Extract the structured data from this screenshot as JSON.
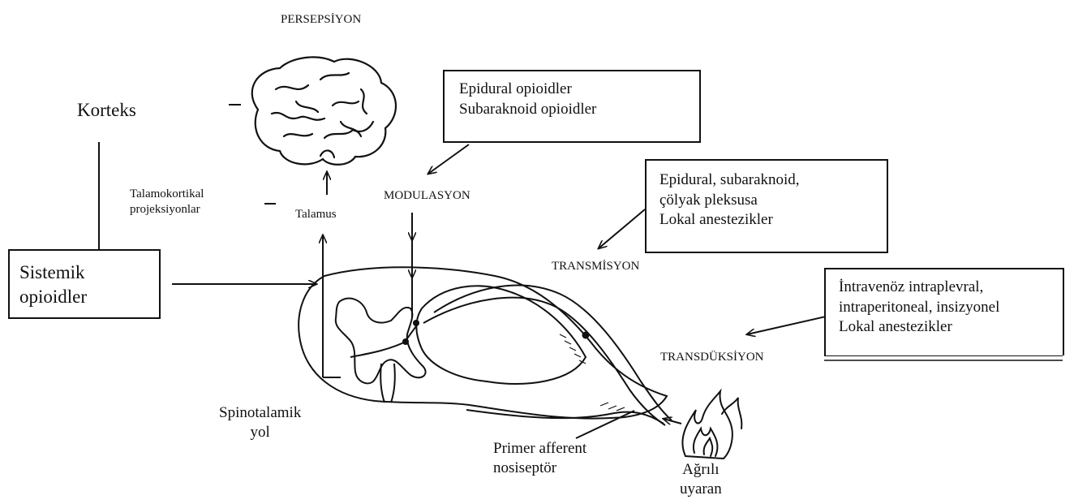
{
  "stages": {
    "perception": "PERSEPSİYON",
    "modulation": "MODULASYON",
    "transmission": "TRANSMİSYON",
    "transduction": "TRANSDÜKSİYON"
  },
  "labels": {
    "cortex": "Korteks",
    "thalamocortical_line1": "Talamokortikal",
    "thalamocortical_line2": "projeksiyonlar",
    "thalamus": "Talamus",
    "spinothalamic_line1": "Spinotalamik",
    "spinothalamic_line2": "yol",
    "primary_afferent_line1": "Primer afferent",
    "primary_afferent_line2": "nosiseptör",
    "painful_stimulus_line1": "Ağrılı",
    "painful_stimulus_line2": "uyaran"
  },
  "boxes": {
    "systemic": [
      "Sistemik",
      "opioidler"
    ],
    "modulation_drugs": [
      "Epidural opioidler",
      "Subaraknoid opioidler"
    ],
    "transmission_drugs": [
      "Epidural, subaraknoid,",
      "çölyak pleksusa",
      "Lokal anestezikler"
    ],
    "transduction_drugs": [
      "İntravenöz intraplevral,",
      "intraperitoneal, insizyonel",
      "Lokal anestezikler"
    ]
  },
  "icons": {
    "brain": "brain-icon",
    "spinal_cord": "spinal-cord-cross-section",
    "flame": "flame-icon"
  },
  "colors": {
    "ink": "#111111",
    "background": "#ffffff"
  }
}
